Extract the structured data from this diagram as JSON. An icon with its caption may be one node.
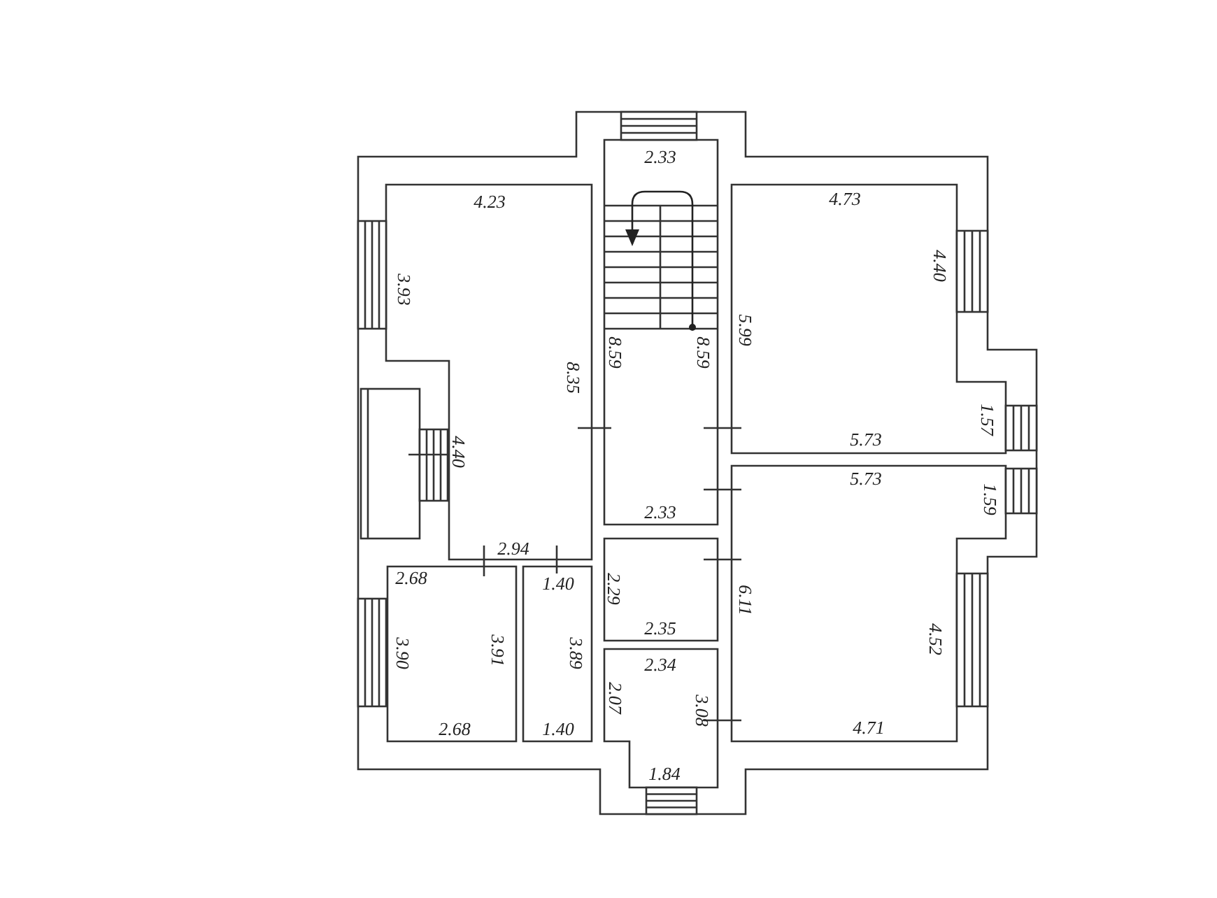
{
  "diagram": {
    "labels": [
      "2.33",
      "4.23",
      "4.73",
      "3.93",
      "4.40",
      "5.99",
      "8.59",
      "8.59",
      "8.35",
      "1.57",
      "4.40",
      "5.73",
      "5.73",
      "1.59",
      "2.33",
      "2.94",
      "2.68",
      "1.40",
      "2.29",
      "6.11",
      "3.90",
      "3.91",
      "3.89",
      "4.52",
      "2.35",
      "2.34",
      "2.07",
      "3.08",
      "2.68",
      "1.40",
      "4.71",
      "1.84"
    ]
  }
}
